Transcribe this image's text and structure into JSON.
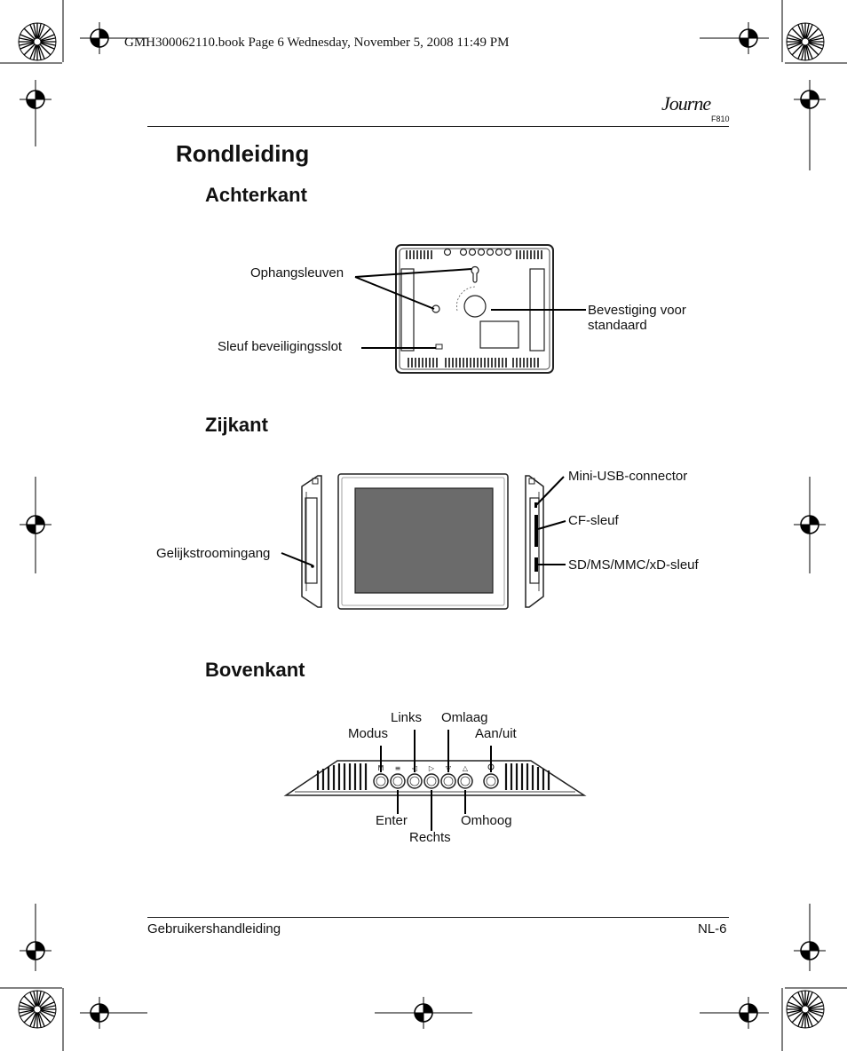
{
  "print_header": "GMH300062110.book  Page 6  Wednesday, November 5, 2008  11:49 PM",
  "brand": {
    "logo_text": "Journe",
    "model": "F810"
  },
  "title": "Rondleiding",
  "sections": {
    "back": {
      "heading": "Achterkant",
      "labels": {
        "hanging_slots": "Ophangsleuven",
        "lock_slot": "Sleuf beveiligingsslot",
        "stand_mount_1": "Bevestiging voor",
        "stand_mount_2": "standaard"
      }
    },
    "side": {
      "heading": "Zijkant",
      "labels": {
        "dc_in": "Gelijkstroomingang",
        "mini_usb": "Mini-USB-connector",
        "cf_slot": "CF-sleuf",
        "sd_slot": "SD/MS/MMC/xD-sleuf"
      }
    },
    "top": {
      "heading": "Bovenkant",
      "labels": {
        "mode": "Modus",
        "left": "Links",
        "down": "Omlaag",
        "power": "Aan/uit",
        "enter": "Enter",
        "right": "Rechts",
        "up": "Omhoog"
      }
    }
  },
  "footer": {
    "left": "Gebruikershandleiding",
    "right": "NL-6"
  }
}
